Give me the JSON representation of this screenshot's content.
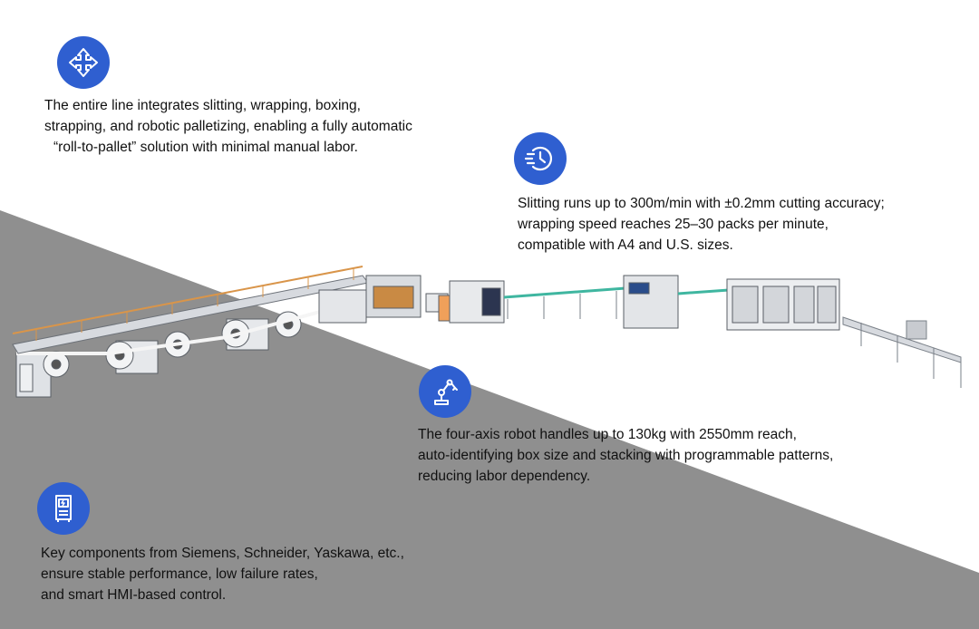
{
  "colors": {
    "accent": "#2f5fd0",
    "gray_area": "#8f8f8f",
    "background": "#ffffff"
  },
  "features": [
    {
      "icon": "arrows-expand-icon",
      "lines": [
        "The entire line integrates slitting, wrapping, boxing,",
        "strapping, and robotic palletizing, enabling a fully automatic",
        "“roll-to-pallet”  solution with minimal manual labor."
      ]
    },
    {
      "icon": "clock-speed-icon",
      "lines": [
        "Slitting runs up to 300m/min with ±0.2mm cutting accuracy;",
        "wrapping speed reaches 25–30 packs per minute,",
        "compatible with A4 and U.S. sizes."
      ]
    },
    {
      "icon": "robot-arm-icon",
      "lines": [
        "The four-axis robot handles up to 130kg with 2550mm reach,",
        "auto-identifying box size and stacking with programmable patterns,",
        "reducing labor dependency."
      ]
    },
    {
      "icon": "control-cabinet-icon",
      "lines": [
        "Key components from Siemens, Schneider, Yaskawa, etc.,",
        "ensure stable performance, low failure rates,",
        "and smart HMI-based control."
      ]
    }
  ]
}
